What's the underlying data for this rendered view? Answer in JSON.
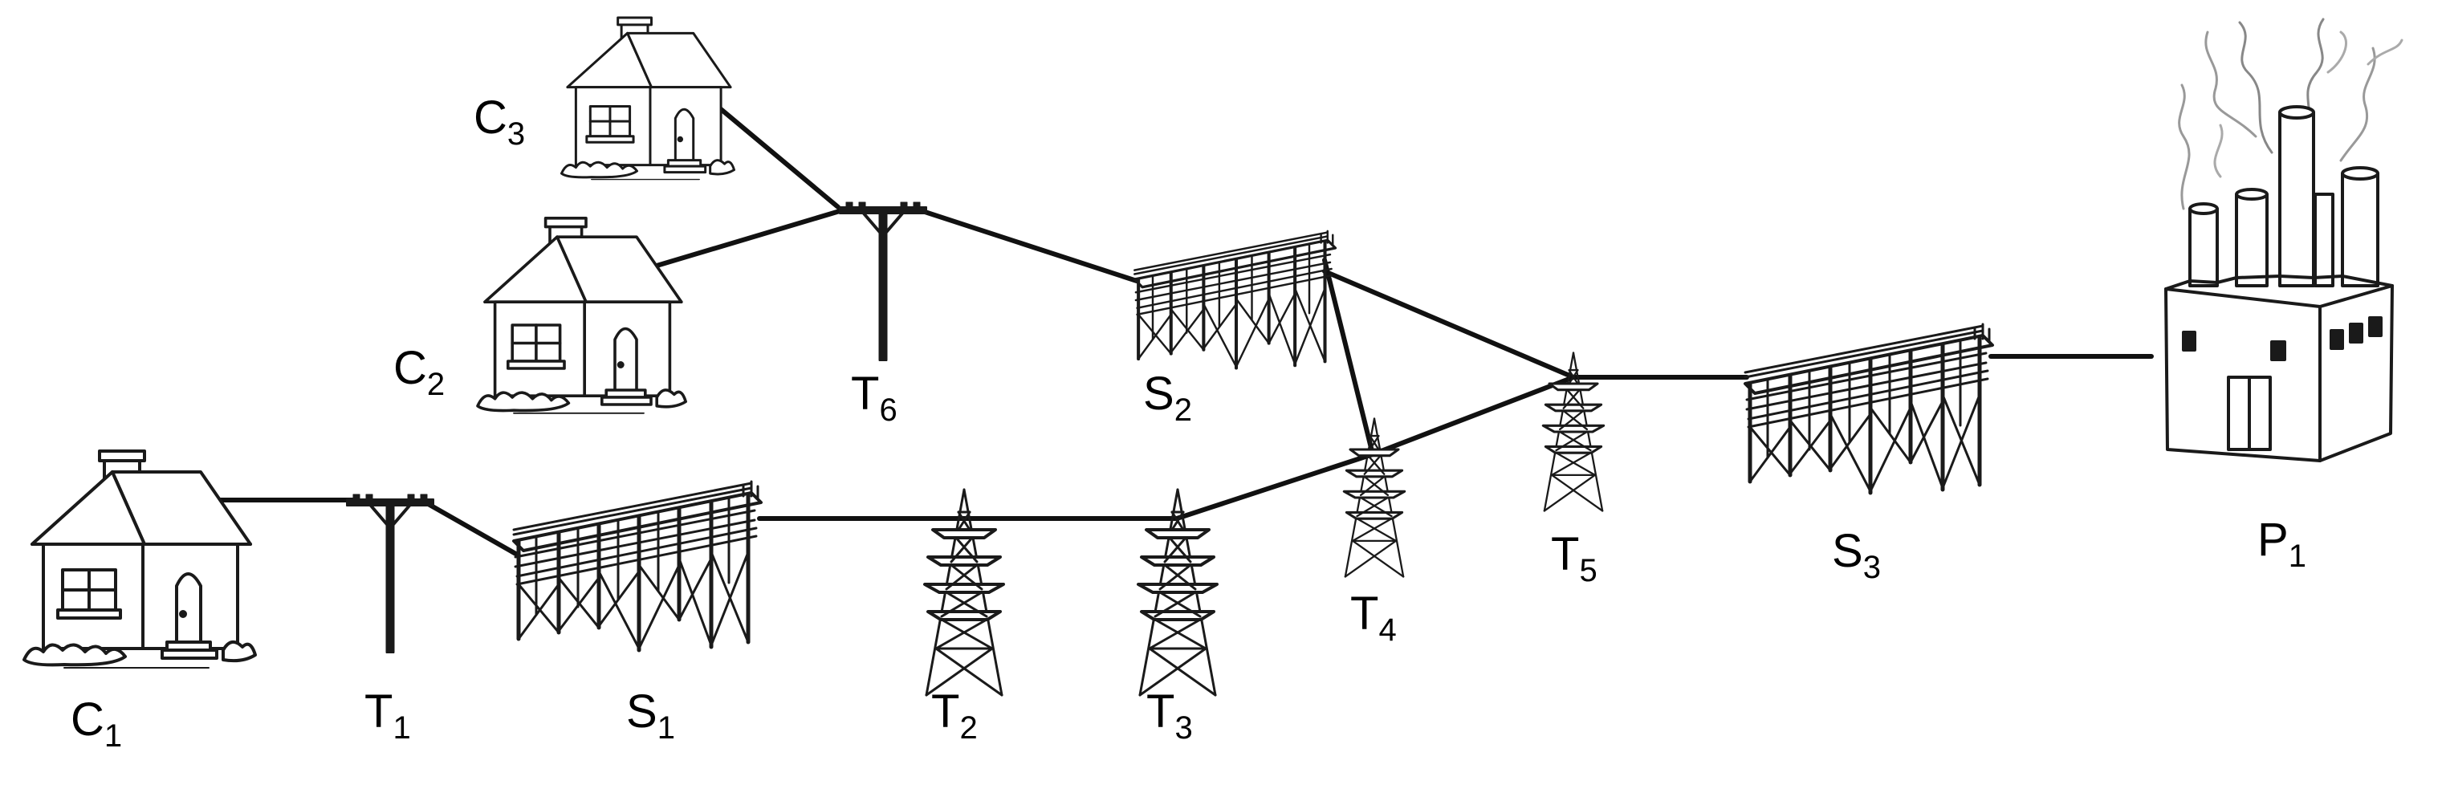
{
  "nodes": {
    "c1": {
      "letter": "C",
      "index": "1",
      "kind": "house-icon"
    },
    "c2": {
      "letter": "C",
      "index": "2",
      "kind": "house-icon"
    },
    "c3": {
      "letter": "C",
      "index": "3",
      "kind": "house-icon"
    },
    "t1": {
      "letter": "T",
      "index": "1",
      "kind": "utility-pole-icon"
    },
    "t6": {
      "letter": "T",
      "index": "6",
      "kind": "utility-pole-icon"
    },
    "t2": {
      "letter": "T",
      "index": "2",
      "kind": "transmission-tower-icon"
    },
    "t3": {
      "letter": "T",
      "index": "3",
      "kind": "transmission-tower-icon"
    },
    "t4": {
      "letter": "T",
      "index": "4",
      "kind": "transmission-tower-icon"
    },
    "t5": {
      "letter": "T",
      "index": "5",
      "kind": "transmission-tower-icon"
    },
    "s1": {
      "letter": "S",
      "index": "1",
      "kind": "substation-icon"
    },
    "s2": {
      "letter": "S",
      "index": "2",
      "kind": "substation-icon"
    },
    "s3": {
      "letter": "S",
      "index": "3",
      "kind": "substation-icon"
    },
    "p1": {
      "letter": "P",
      "index": "1",
      "kind": "power-plant-icon"
    }
  },
  "connections": [
    [
      "c1",
      "t1"
    ],
    [
      "t1",
      "s1"
    ],
    [
      "s1",
      "t2"
    ],
    [
      "t2",
      "t3"
    ],
    [
      "t3",
      "t4"
    ],
    [
      "t4",
      "s2"
    ],
    [
      "t4",
      "t5"
    ],
    [
      "s2",
      "t5"
    ],
    [
      "s2",
      "t6"
    ],
    [
      "t6",
      "c2"
    ],
    [
      "t6",
      "c3"
    ],
    [
      "t5",
      "s3"
    ],
    [
      "s3",
      "p1"
    ]
  ]
}
